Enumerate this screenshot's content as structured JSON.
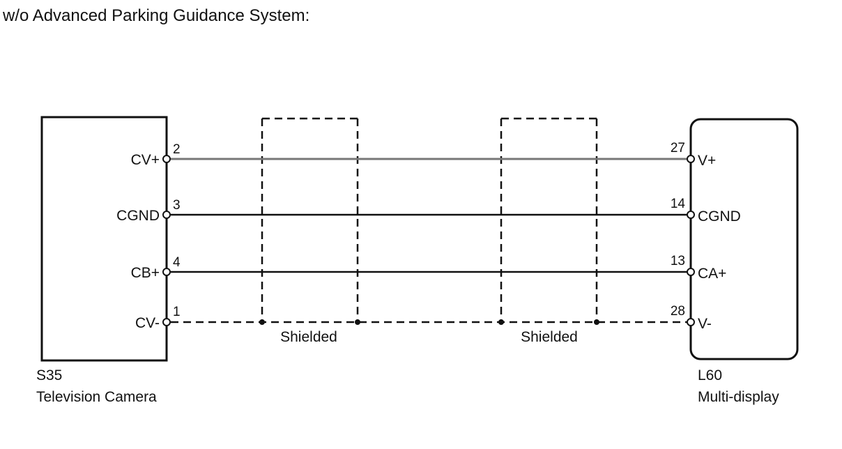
{
  "title": "w/o Advanced Parking Guidance System:",
  "components": {
    "left": {
      "code": "S35",
      "name": "Television Camera"
    },
    "right": {
      "code": "L60",
      "name": "Multi-display"
    }
  },
  "wires": [
    {
      "left_signal": "CV+",
      "left_pin": "2",
      "right_pin": "27",
      "right_signal": "V+"
    },
    {
      "left_signal": "CGND",
      "left_pin": "3",
      "right_pin": "14",
      "right_signal": "CGND"
    },
    {
      "left_signal": "CB+",
      "left_pin": "4",
      "right_pin": "13",
      "right_signal": "CA+"
    },
    {
      "left_signal": "CV-",
      "left_pin": "1",
      "right_pin": "28",
      "right_signal": "V-"
    }
  ],
  "shields": [
    {
      "label": "Shielded"
    },
    {
      "label": "Shielded"
    }
  ],
  "colors": {
    "line": "#111111",
    "wire_cv": "#777777"
  }
}
